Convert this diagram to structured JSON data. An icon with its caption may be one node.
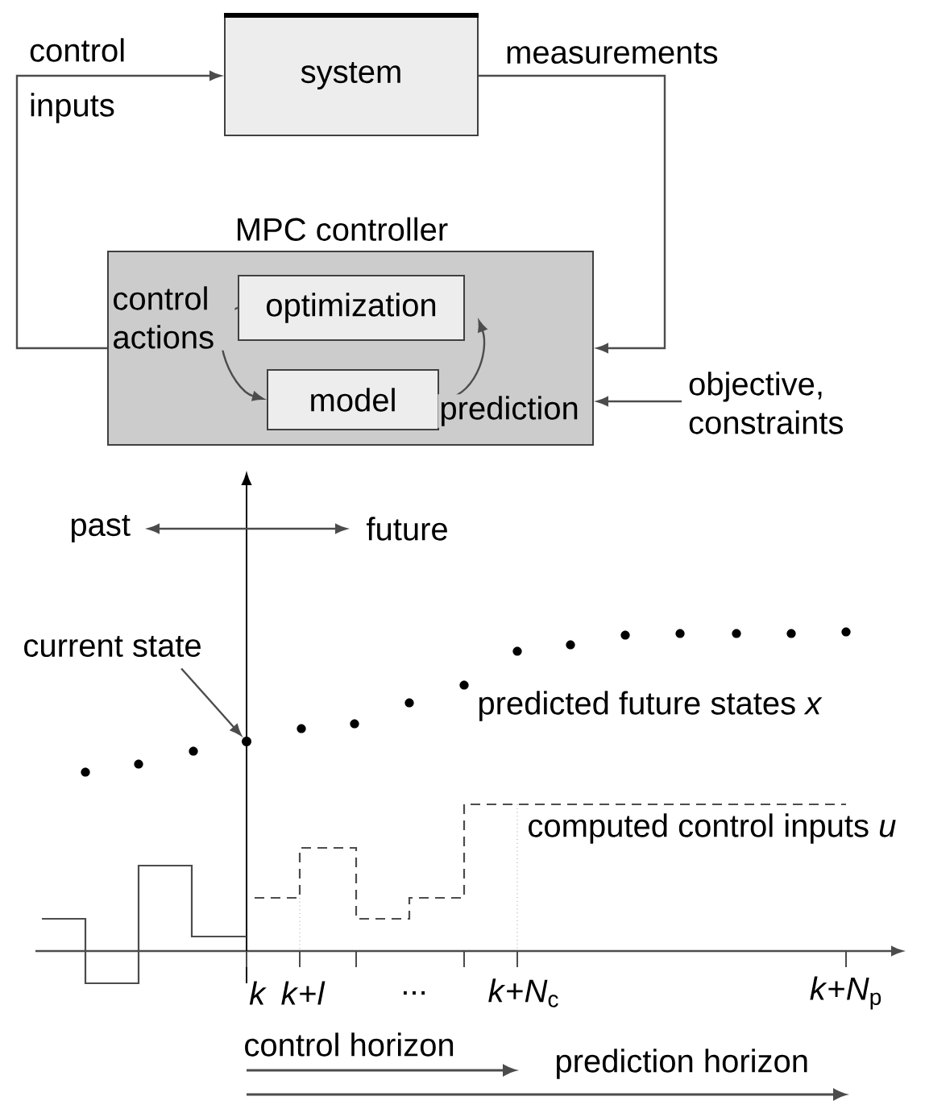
{
  "diagram": {
    "nodes": [
      {
        "text": [
          "system"
        ]
      },
      {
        "text": [
          "MPC controller"
        ]
      },
      {
        "text": [
          "optimization"
        ],
        "in": 1
      },
      {
        "text": [
          "model"
        ],
        "in": 1
      },
      {
        "text": [
          "current state"
        ]
      },
      {
        "text": [],
        "shape": "circle"
      }
    ],
    "edges": [
      {
        "from": 1,
        "to": 0,
        "arrow": "to",
        "label": "control inputs"
      },
      {
        "from": 0,
        "to": 1,
        "arrow": "to",
        "label": "measurements"
      },
      {
        "from": null,
        "to": 1,
        "arrow": "to",
        "label": "objective, constraints"
      },
      {
        "from": 2,
        "to": 3,
        "arrow": "to",
        "label": "control actions"
      },
      {
        "from": 3,
        "to": 2,
        "arrow": "to",
        "label": "prediction"
      },
      {
        "from": 4,
        "to": 5,
        "arrow": "to"
      }
    ],
    "labels": [
      "past",
      "future",
      "predicted future states *x*",
      "computed control inputs *u*",
      "*k*",
      "*k*+*l*",
      "...",
      "*k*+*N*$_{c}$",
      "*k*+*N*$_{p}$",
      "control horizon",
      "prediction horizon"
    ]
  }
}
